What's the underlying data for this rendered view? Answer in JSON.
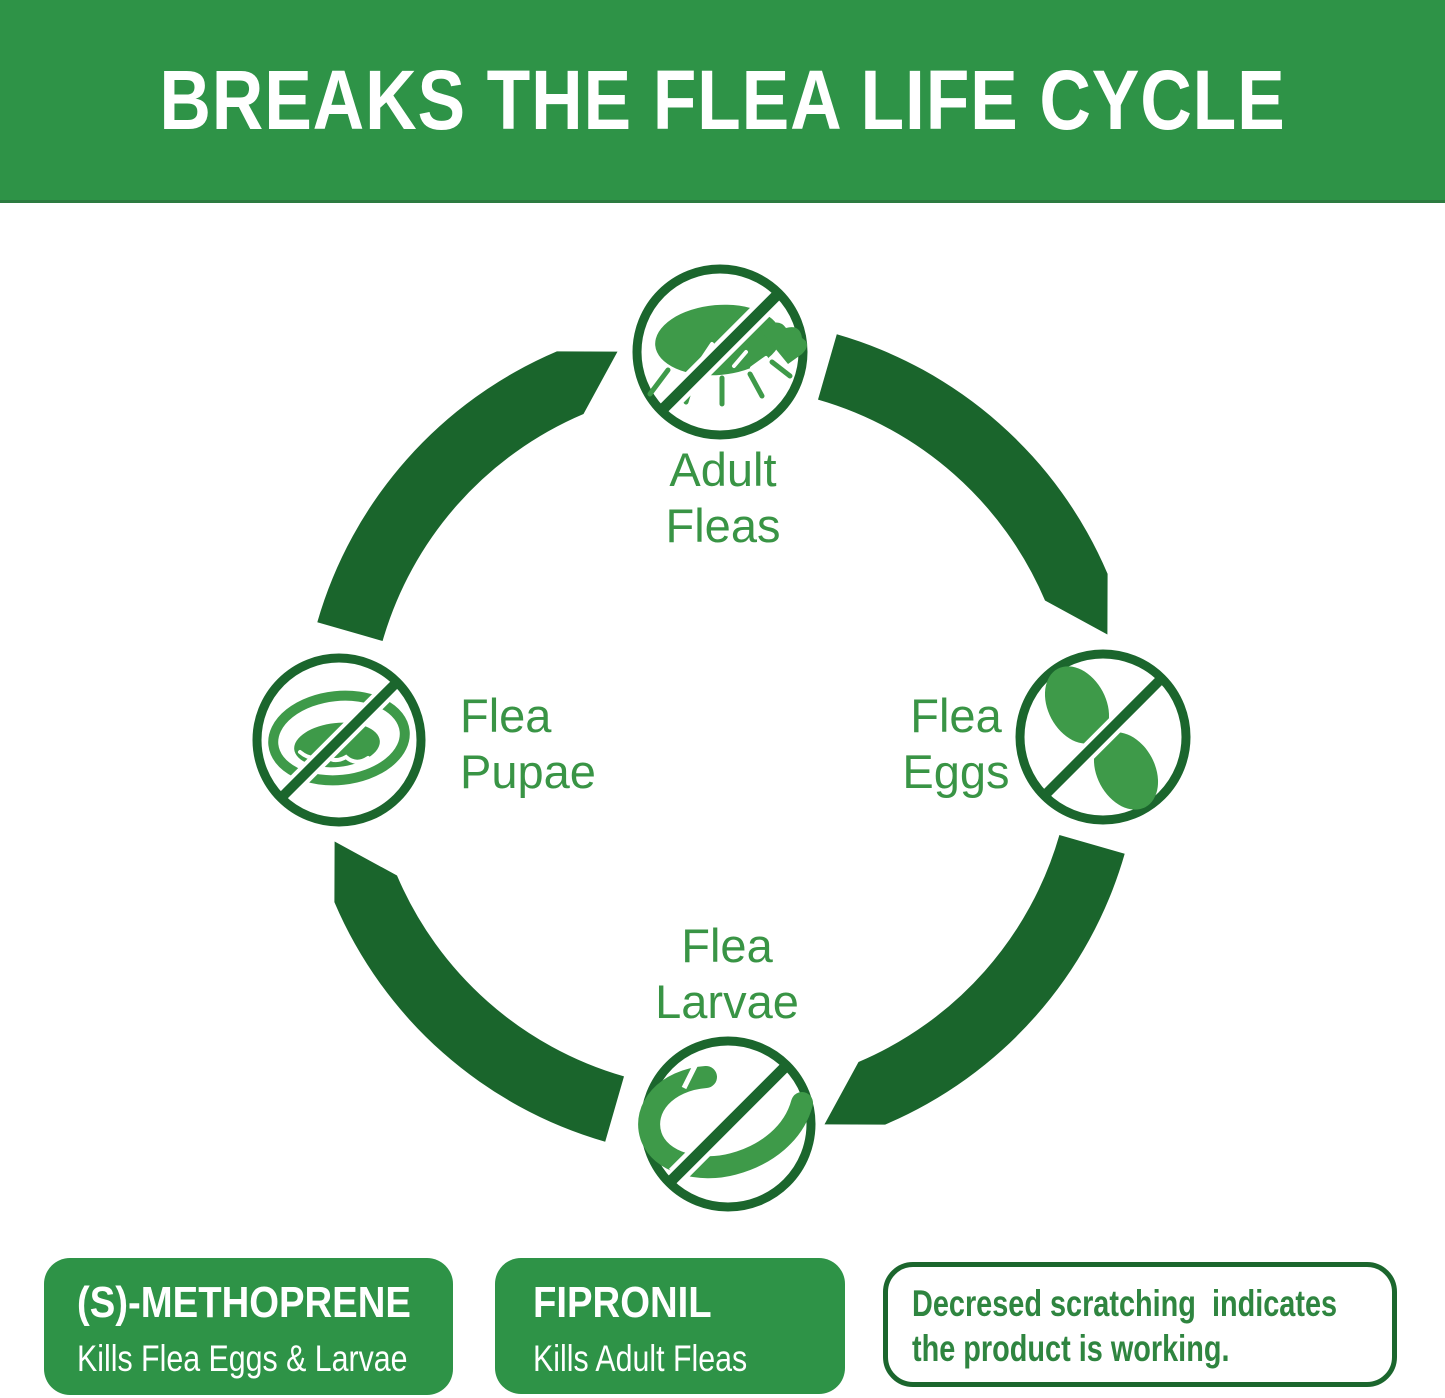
{
  "header": {
    "title": "BREAKS THE FLEA LIFE CYCLE"
  },
  "cycle": {
    "direction": "clockwise",
    "stages": [
      {
        "id": "adult-fleas",
        "label": "Adult\nFleas",
        "icon": "no-adult-flea-icon",
        "position": "top"
      },
      {
        "id": "flea-eggs",
        "label": "Flea\nEggs",
        "icon": "no-flea-eggs-icon",
        "position": "right"
      },
      {
        "id": "flea-larvae",
        "label": "Flea\nLarvae",
        "icon": "no-flea-larva-icon",
        "position": "bottom"
      },
      {
        "id": "flea-pupae",
        "label": "Flea\nPupae",
        "icon": "no-flea-pupa-icon",
        "position": "left"
      }
    ]
  },
  "ingredients": [
    {
      "name": "(S)-METHOPRENE",
      "effect": "Kills Flea Eggs & Larvae"
    },
    {
      "name": "FIPRONIL",
      "effect": "Kills Adult Fleas"
    }
  ],
  "note": {
    "text": "Decresed scratching  indicates\nthe product is working."
  },
  "colors": {
    "banner_green": "#2e9347",
    "dark_green": "#1b662d",
    "icon_green": "#3e9a49",
    "label_green": "#399445",
    "note_text_green": "#2f8540"
  }
}
